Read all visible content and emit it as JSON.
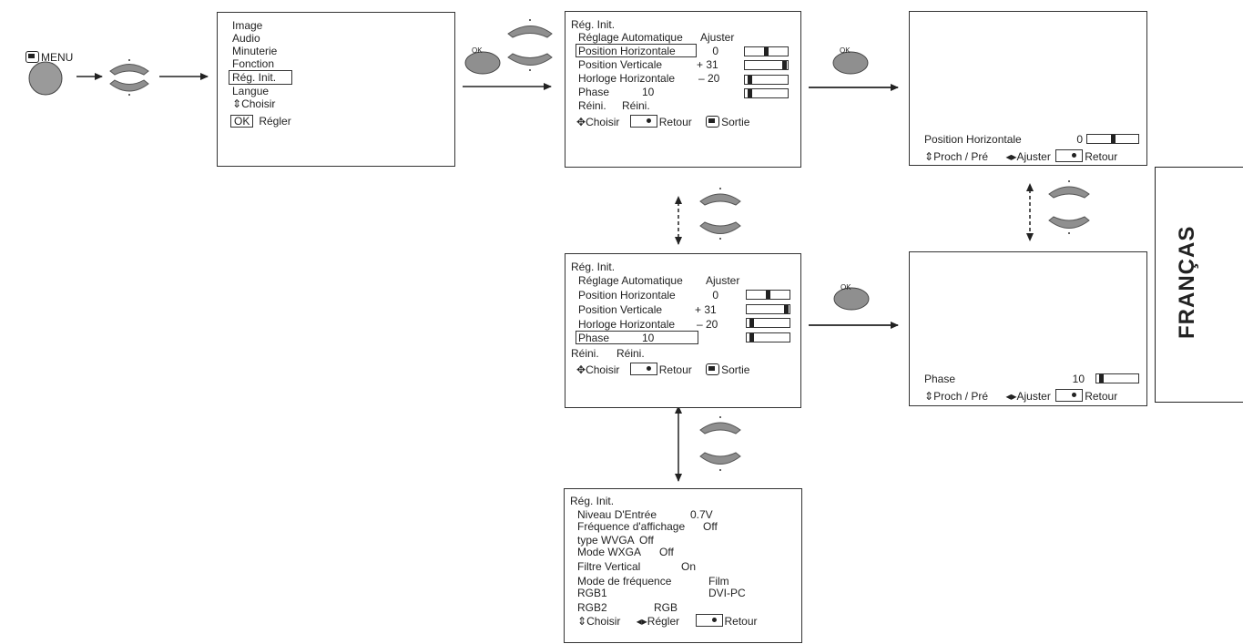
{
  "menu_label": "MENU",
  "ok_label": "OK",
  "main_menu": {
    "items": [
      "Image",
      "Audio",
      "Minuterie",
      "Fonction",
      "Rég. Init.",
      "Langue"
    ],
    "hint_choose": "Choisir",
    "hint_ok_key": "OK",
    "hint_ok": "Régler"
  },
  "reg_init_1": {
    "title": "Rég. Init.",
    "auto_label": "Réglage Automatique",
    "auto_value": "Ajuster",
    "hpos_label": "Position Horizontale",
    "hpos_value": "0",
    "vpos_label": "Position Verticale",
    "vpos_value": "+ 31",
    "hclock_label": "Horloge Horizontale",
    "hclock_value": "– 20",
    "phase_label": "Phase",
    "phase_value": "10",
    "reset_label": "Réini.",
    "reset_value": "Réini.",
    "footer_choose": "Choisir",
    "footer_back": "Retour",
    "footer_exit": "Sortie"
  },
  "reg_init_2": {
    "title": "Rég. Init.",
    "auto_label": "Réglage Automatique",
    "auto_value": "Ajuster",
    "hpos_label": "Position Horizontale",
    "hpos_value": "0",
    "vpos_label": "Position Verticale",
    "vpos_value": "+ 31",
    "hclock_label": "Horloge Horizontale",
    "hclock_value": "– 20",
    "phase_label": "Phase",
    "phase_value": "10",
    "reset_label": "Réini.",
    "reset_value": "Réini.",
    "footer_choose": "Choisir",
    "footer_back": "Retour",
    "footer_exit": "Sortie"
  },
  "adjust_hpos": {
    "label": "Position Horizontale",
    "value": "0",
    "hint_next": "Proch / Pré",
    "hint_adjust": "Ajuster",
    "hint_back": "Retour"
  },
  "adjust_phase": {
    "label": "Phase",
    "value": "10",
    "hint_next": "Proch / Pré",
    "hint_adjust": "Ajuster",
    "hint_back": "Retour"
  },
  "reg_init_3": {
    "title": "Rég. Init.",
    "rows": [
      {
        "label": "Niveau D'Entrée",
        "value": "0.7V"
      },
      {
        "label": "Fréquence d'affichage",
        "value": "Off"
      },
      {
        "label": "type WVGA",
        "value": "Off"
      },
      {
        "label": "Mode WXGA",
        "value": "Off"
      },
      {
        "label": "Filtre Vertical",
        "value": "On"
      },
      {
        "label": "Mode de fréquence",
        "value": "Film"
      },
      {
        "label": "RGB1",
        "value": "DVI-PC"
      },
      {
        "label": "RGB2",
        "value": "RGB"
      }
    ],
    "footer_choose": "Choisir",
    "footer_set": "Régler",
    "footer_back": "Retour"
  },
  "language_tab": "FRANÇAS",
  "bar_levels": {
    "hpos": 0.5,
    "vpos": 0.98,
    "hclock": 0.08,
    "phase": 0.08
  }
}
